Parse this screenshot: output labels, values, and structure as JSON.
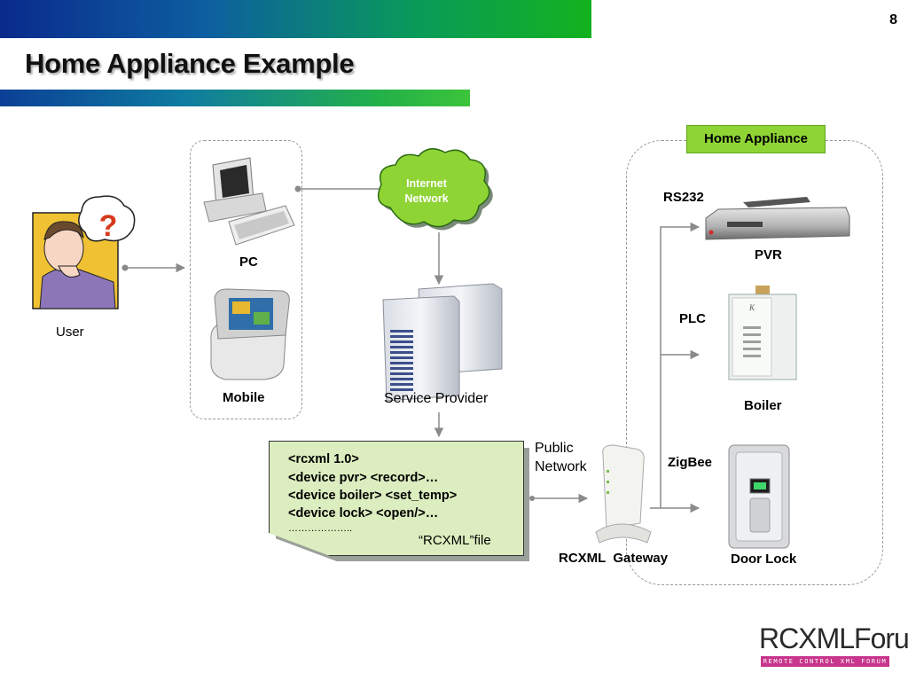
{
  "page_number": "8",
  "title": "Home Appliance Example",
  "user": {
    "label": "User"
  },
  "client_devices": {
    "pc": "PC",
    "mobile": "Mobile"
  },
  "internet_cloud": {
    "line1": "Internet",
    "line2": "Network"
  },
  "service_provider": {
    "label": "Service Provider"
  },
  "rcxml_file": {
    "lines": [
      "<rcxml 1.0>",
      "<device pvr> <record>…",
      "<device boiler> <set_temp>",
      "<device lock> <open/>…",
      "……………….."
    ],
    "caption": "“RCXML”file"
  },
  "public_network": {
    "line1": "Public",
    "line2": "Network"
  },
  "gateway": {
    "label": "RCXML  Gateway"
  },
  "home_appliance": {
    "badge": "Home Appliance",
    "links": {
      "rs232": "RS232",
      "plc": "PLC",
      "zigbee": "ZigBee"
    },
    "devices": {
      "pvr": "PVR",
      "boiler": "Boiler",
      "door_lock": "Door Lock"
    }
  },
  "logo": {
    "main": "RCXMLForum",
    "tagline": "REMOTE CONTROL XML FORUM"
  },
  "colors": {
    "badge_green": "#8fd435",
    "cloud_green": "#8fd435",
    "file_fill": "#dcedbf",
    "logo_pink": "#c8358c"
  }
}
